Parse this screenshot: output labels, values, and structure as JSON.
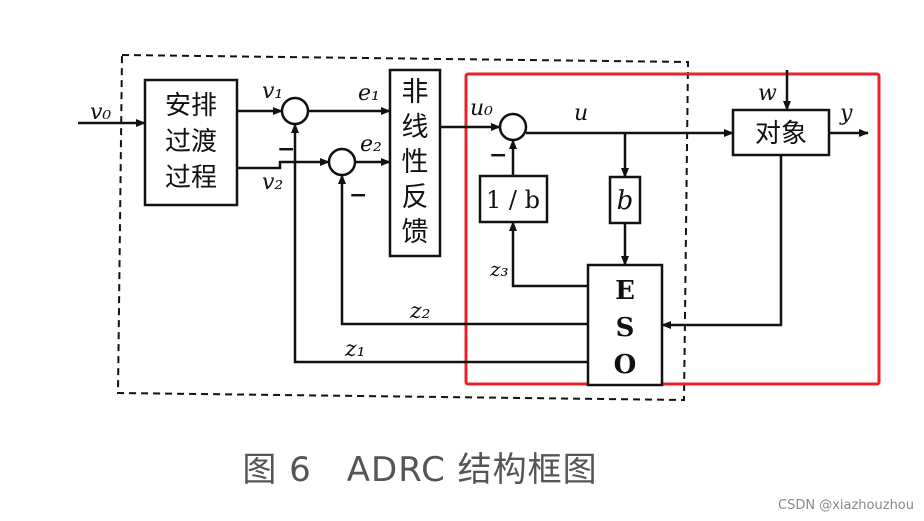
{
  "colors": {
    "line": "#111111",
    "highlight": "#e8232a",
    "caption": "#555555",
    "watermark": "#888888"
  },
  "labels": {
    "input": "v₀",
    "v1": "v₁",
    "v2": "v₂",
    "e1": "e₁",
    "e2": "e₂",
    "u0": "u₀",
    "u": "u",
    "w": "w",
    "y": "y",
    "z1": "z₁",
    "z2": "z₂",
    "z3": "z₃",
    "minus": "−"
  },
  "blocks": {
    "td": [
      "安排",
      "过渡",
      "过程"
    ],
    "nlf": [
      "非",
      "线",
      "性",
      "反",
      "馈"
    ],
    "inv_b": "1 / b",
    "b": "b",
    "eso": [
      "E",
      "S",
      "O"
    ],
    "plant": "对象"
  },
  "caption": "图 6　ADRC 结构框图",
  "watermark": "CSDN @xiazhouzhou"
}
